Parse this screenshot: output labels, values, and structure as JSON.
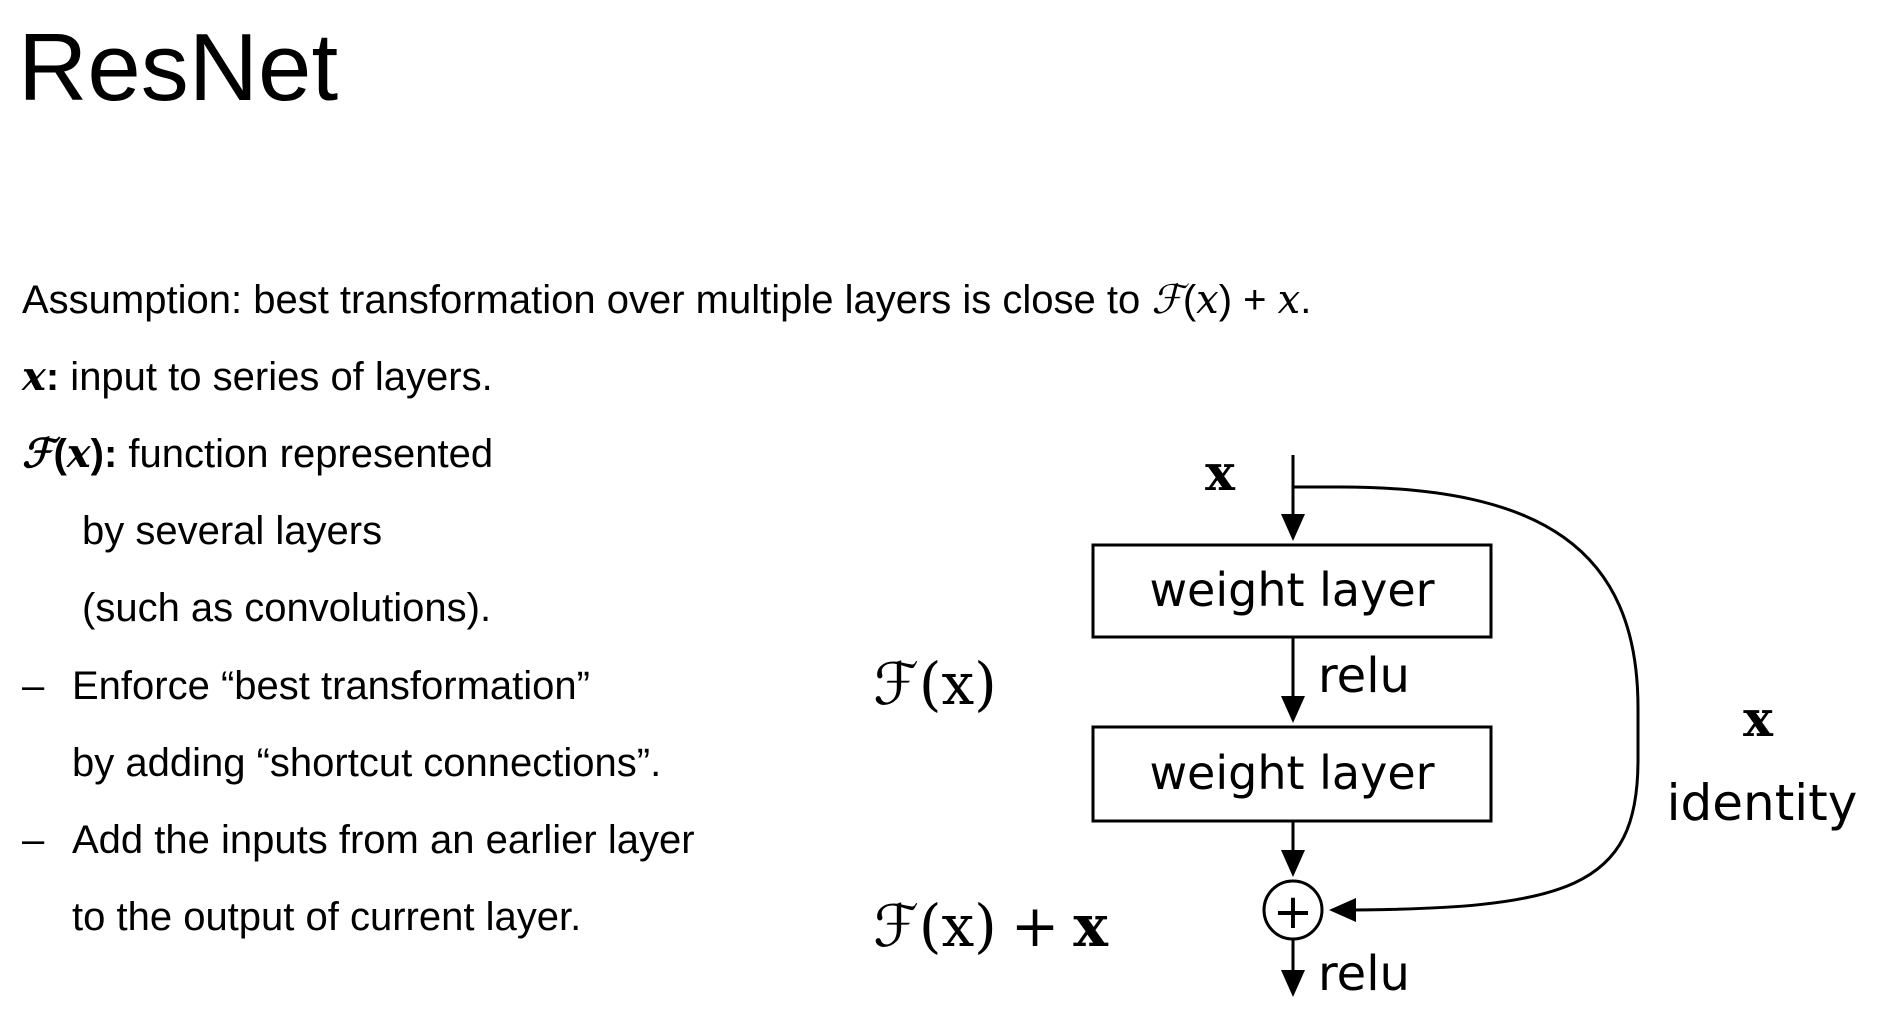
{
  "slide": {
    "title": "ResNet",
    "assumption": {
      "text": "Assumption: best transformation over multiple layers is close to ",
      "formula_f": "ℱ",
      "formula_open": "(",
      "formula_x": "x",
      "formula_close": ")",
      "formula_plus": " + ",
      "formula_x2": "x",
      "period": "."
    },
    "x_def": {
      "symbol": "x",
      "colon": ":",
      "text": " input to series of layers."
    },
    "f_def": {
      "symbol_f": "ℱ",
      "symbol_open": "(",
      "symbol_x": "x",
      "symbol_close": ")",
      "colon": ":",
      "text_1": " function represented",
      "text_2": "by several layers",
      "text_3": "(such as convolutions)."
    },
    "bullets": [
      {
        "dash": "–",
        "line_1": "Enforce “best transformation”",
        "line_2": "by adding “shortcut connections”."
      },
      {
        "dash": "–",
        "line_1": "Add the inputs from an earlier layer",
        "line_2": "to the output of current layer."
      }
    ]
  },
  "diagram": {
    "input_label": "x",
    "weight_layer_1": "weight layer",
    "relu_middle": "relu",
    "weight_layer_2": "weight layer",
    "fx_label": "ℱ(x)",
    "sum_label_f": "ℱ(x)",
    "sum_label_plus": "+",
    "sum_label_x": "x",
    "plus_symbol": "+",
    "relu_bottom": "relu",
    "shortcut_x": "x",
    "identity_label": "identity"
  }
}
